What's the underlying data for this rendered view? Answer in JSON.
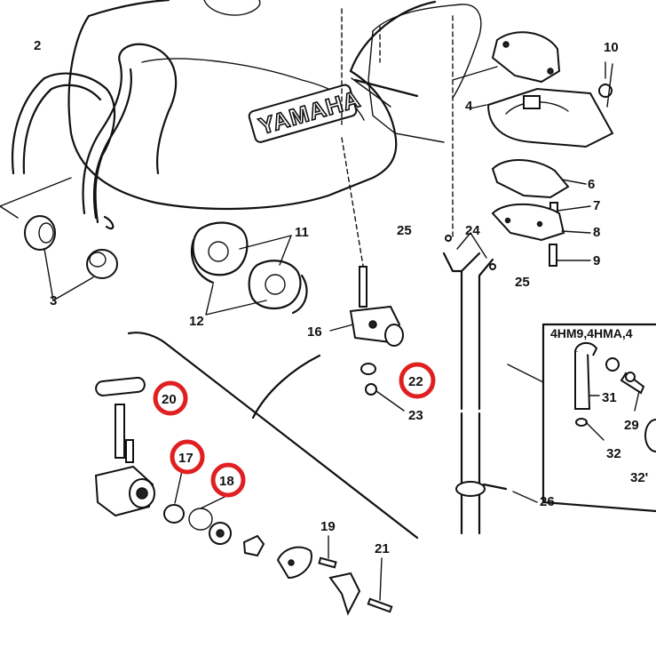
{
  "brand_text": "YAMAHA",
  "model_label": "4HM9,4HMA,4",
  "callout_32_prime": "32'",
  "highlight_color": "#e02020",
  "labels": {
    "p2": "2",
    "p3": "3",
    "p4": "4",
    "p6": "6",
    "p7": "7",
    "p8": "8",
    "p9": "9",
    "p10": "10",
    "p11": "11",
    "p12": "12",
    "p16": "16",
    "p19": "19",
    "p21": "21",
    "p23": "23",
    "p24": "24",
    "p25a": "25",
    "p25b": "25",
    "p26": "26",
    "p29": "29",
    "p31": "31",
    "p32": "32"
  },
  "highlighted": {
    "h17": "17",
    "h18": "18",
    "h20": "20",
    "h22": "22"
  }
}
